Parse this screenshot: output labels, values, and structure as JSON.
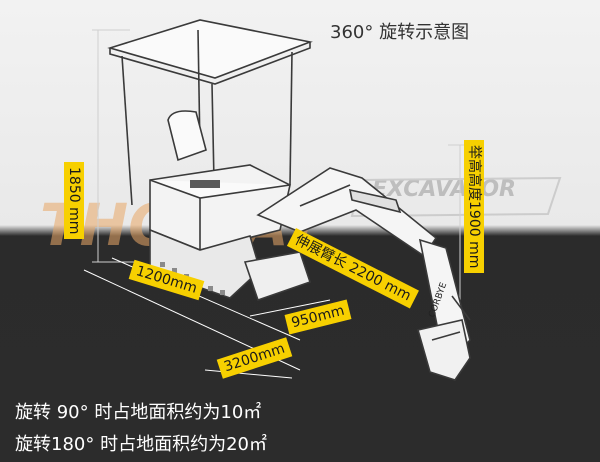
{
  "title": "360° 旋转示意图",
  "watermark": {
    "main": "THOKIAY",
    "sub": "EXCAVATOR"
  },
  "machine_decal": "CORBYE",
  "dimensions": {
    "canopy_height": "1850 mm",
    "track_width": "1200mm",
    "boom_reach": "伸展臂长 2200 mm",
    "lift_height": "举高高度1900 mm",
    "blade_gap": "950mm",
    "overall_length": "3200mm"
  },
  "footprint": [
    {
      "rotation": "旋转  90°",
      "text": "时占地面积约为10㎡"
    },
    {
      "rotation": "旋转180°",
      "text": "时占地面积约为20㎡"
    }
  ],
  "colors": {
    "label_bg": "#f7d000",
    "ground": "#2b2b2b",
    "background": "#efefef"
  }
}
